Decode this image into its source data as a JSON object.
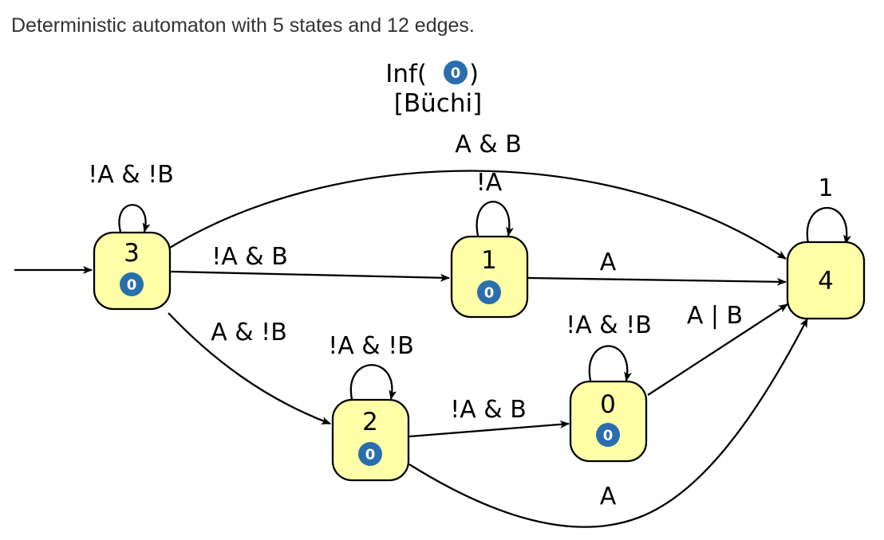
{
  "caption": "Deterministic automaton with 5 states and 12 edges.",
  "acceptance": {
    "prefix": "Inf(",
    "mark": "0",
    "suffix": ")",
    "name": "[Büchi]"
  },
  "colors": {
    "state_fill": "#ffffa8",
    "mark_fill": "#2a6ead",
    "edge": "#000000"
  },
  "states": [
    {
      "id": "3",
      "mark": "0",
      "initial": true
    },
    {
      "id": "1",
      "mark": "0"
    },
    {
      "id": "2",
      "mark": "0"
    },
    {
      "id": "0",
      "mark": "0"
    },
    {
      "id": "4",
      "mark": ""
    }
  ],
  "edges": [
    {
      "from": "3",
      "to": "3",
      "label": "!A & !B"
    },
    {
      "from": "3",
      "to": "4",
      "label": "A & B"
    },
    {
      "from": "3",
      "to": "1",
      "label": "!A & B"
    },
    {
      "from": "3",
      "to": "2",
      "label": "A & !B"
    },
    {
      "from": "1",
      "to": "1",
      "label": "!A"
    },
    {
      "from": "1",
      "to": "4",
      "label": "A"
    },
    {
      "from": "4",
      "to": "4",
      "label": "1"
    },
    {
      "from": "2",
      "to": "2",
      "label": "!A & !B"
    },
    {
      "from": "2",
      "to": "0",
      "label": "!A & B"
    },
    {
      "from": "0",
      "to": "0",
      "label": "!A & !B"
    },
    {
      "from": "0",
      "to": "4",
      "label": "A | B"
    },
    {
      "from": "2",
      "to": "4",
      "label": "A"
    }
  ]
}
